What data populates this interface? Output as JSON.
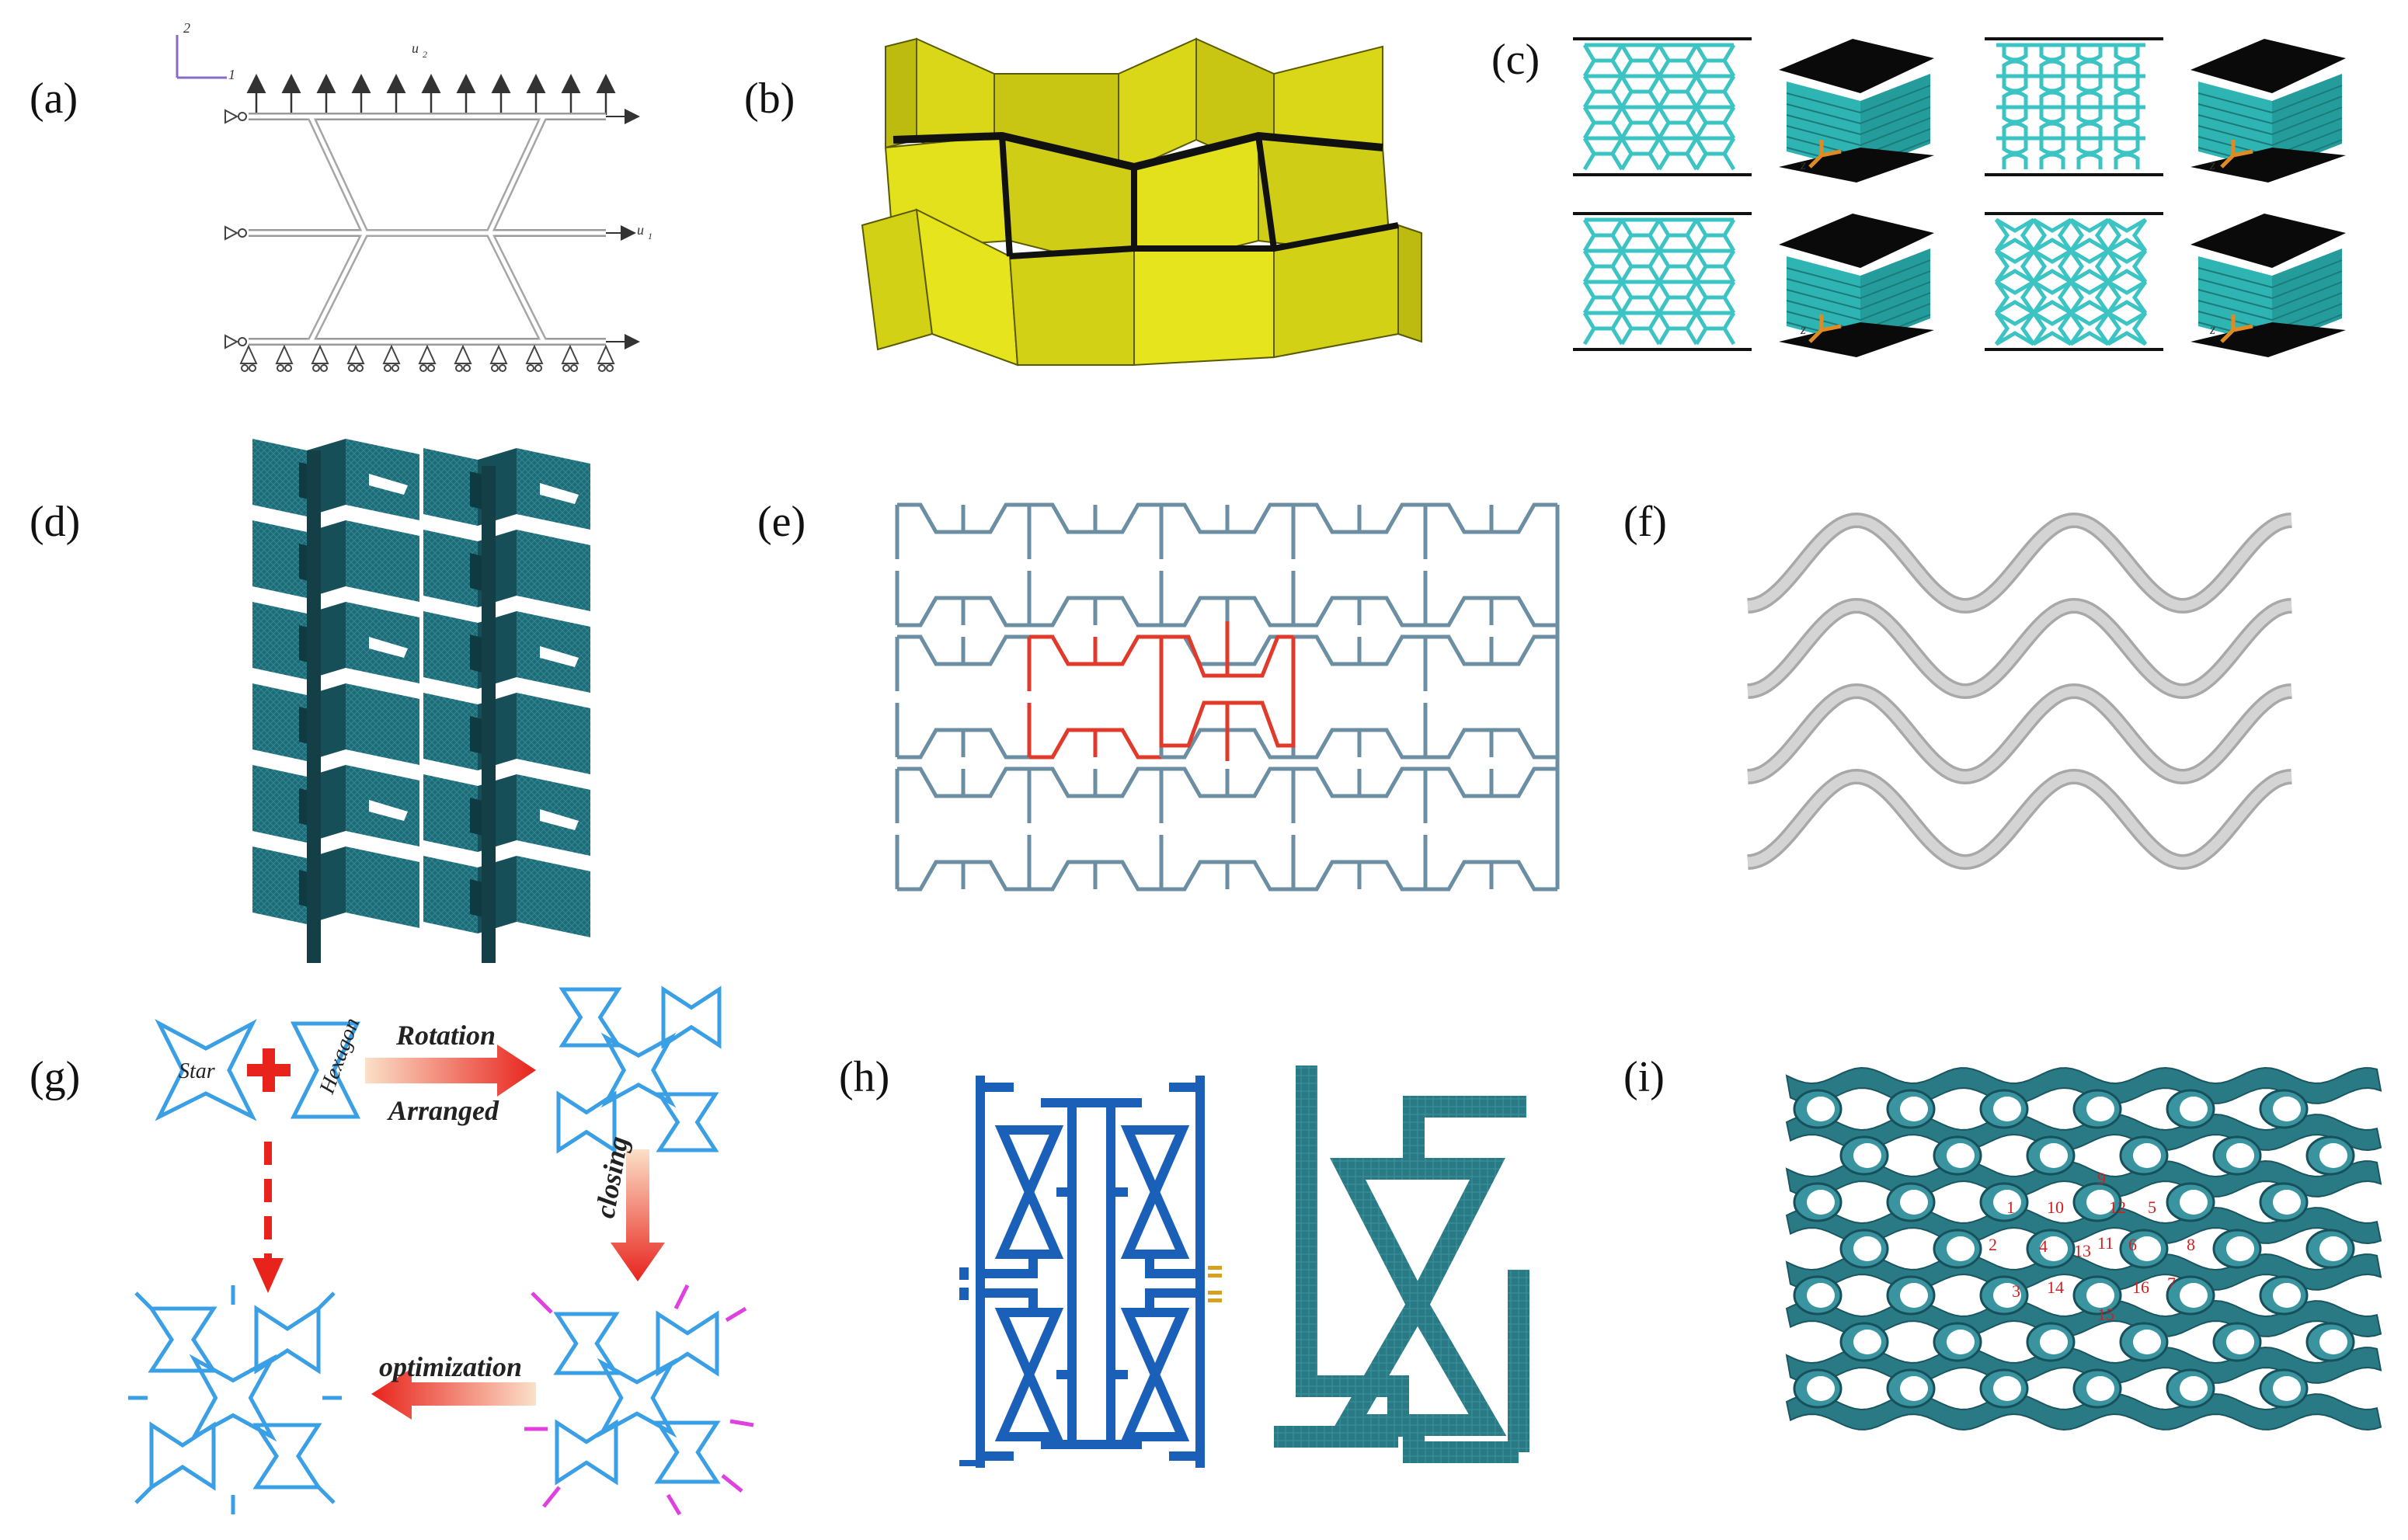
{
  "panels": {
    "a": {
      "label": "(a)",
      "u2": "u",
      "u2_sub": "2",
      "u1": "u",
      "u1_sub": "1",
      "axis_y": "2",
      "axis_x": "1"
    },
    "b": {
      "label": "(b)"
    },
    "c": {
      "label": "(c)",
      "z_marks": [
        "z",
        "z",
        "z",
        "z"
      ]
    },
    "d": {
      "label": "(d)"
    },
    "e": {
      "label": "(e)"
    },
    "f": {
      "label": "(f)"
    },
    "g": {
      "label": "(g)",
      "star": "Star",
      "hexagon": "Hexagon",
      "rotation": "Rotation",
      "arranged": "Arranged",
      "closing": "closing",
      "optimization": "optimization"
    },
    "h": {
      "label": "(h)"
    },
    "i": {
      "label": "(i)",
      "numbers": [
        "1",
        "2",
        "3",
        "4",
        "5",
        "6",
        "7",
        "8",
        "9",
        "10",
        "11",
        "12",
        "13",
        "14",
        "15",
        "16"
      ]
    }
  },
  "colors": {
    "teal": "#3cc3c3",
    "dark_teal": "#1f6a76",
    "yellow": "#d7d515",
    "steel_blue": "#6b8ea3",
    "red": "#e23a2a",
    "gray_ribbon": "#c9c9c9",
    "light_blue": "#3a9fe4",
    "magenta": "#e040e0",
    "blue": "#1a5fb8"
  }
}
